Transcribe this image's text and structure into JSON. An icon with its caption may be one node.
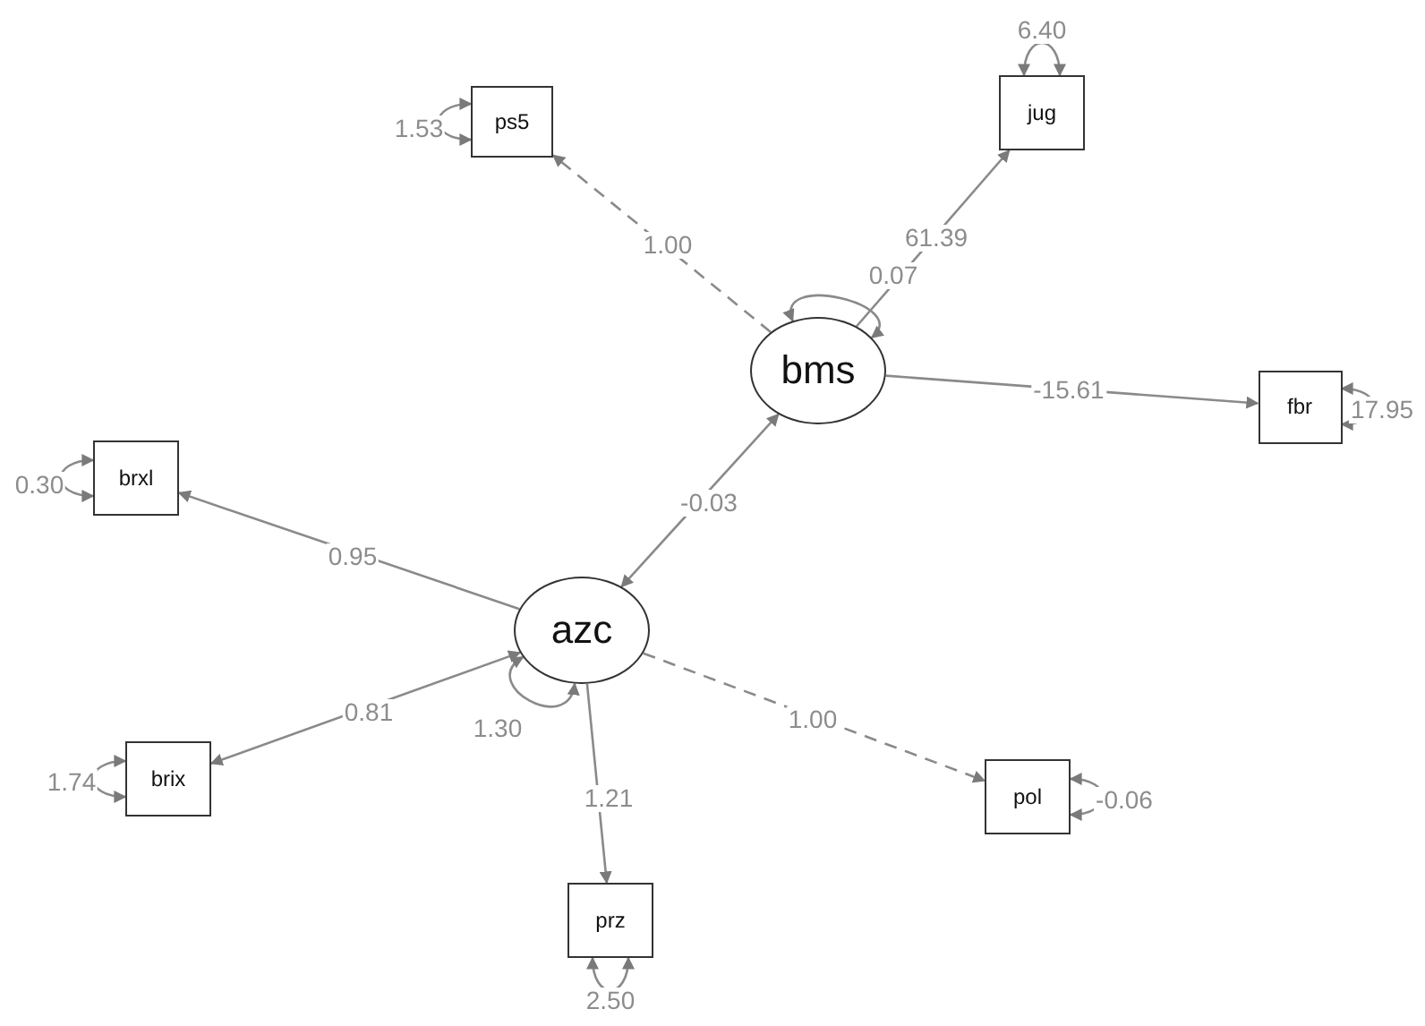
{
  "diagram": {
    "nodes": [
      {
        "text": [
          "ps5"
        ]
      },
      {
        "text": [
          "jug"
        ]
      },
      {
        "text": [
          "bms"
        ]
      },
      {
        "text": [
          "fbr"
        ]
      },
      {
        "text": [
          "brxl"
        ]
      },
      {
        "text": [
          "azc"
        ]
      },
      {
        "text": [
          "brix"
        ]
      },
      {
        "text": [
          "pol"
        ]
      },
      {
        "text": [
          "prz"
        ]
      }
    ],
    "edges": [
      {
        "from": 2,
        "to": 0,
        "arrow": "to",
        "label": "1.00",
        "style": "dashed"
      },
      {
        "from": 2,
        "to": 1,
        "arrow": "to",
        "label": "61.39"
      },
      {
        "from": 2,
        "to": 2,
        "arrow": "both",
        "label": "0.07"
      },
      {
        "from": 2,
        "to": 3,
        "arrow": "to",
        "label": "-15.61"
      },
      {
        "from": 2,
        "to": 5,
        "arrow": "both",
        "label": "-0.03"
      },
      {
        "from": 5,
        "to": 4,
        "arrow": "to",
        "label": "0.95"
      },
      {
        "from": 5,
        "to": 6,
        "arrow": "both",
        "label": "0.81"
      },
      {
        "from": 5,
        "to": 5,
        "arrow": "both",
        "label": "1.30"
      },
      {
        "from": 5,
        "to": 7,
        "arrow": "to",
        "label": "1.00",
        "style": "dashed"
      },
      {
        "from": 5,
        "to": 8,
        "arrow": "to",
        "label": "1.21"
      },
      {
        "from": 0,
        "to": 0,
        "arrow": "both",
        "label": "1.53"
      },
      {
        "from": 1,
        "to": 1,
        "arrow": "both",
        "label": "6.40"
      },
      {
        "from": 3,
        "to": 3,
        "arrow": "both",
        "label": "17.95"
      },
      {
        "from": 4,
        "to": 4,
        "arrow": "both",
        "label": "0.30"
      },
      {
        "from": 6,
        "to": 6,
        "arrow": "both",
        "label": "1.74"
      },
      {
        "from": 7,
        "to": 7,
        "arrow": "both",
        "label": "-0.06"
      },
      {
        "from": 8,
        "to": 8,
        "arrow": "both",
        "label": "2.50"
      }
    ]
  }
}
